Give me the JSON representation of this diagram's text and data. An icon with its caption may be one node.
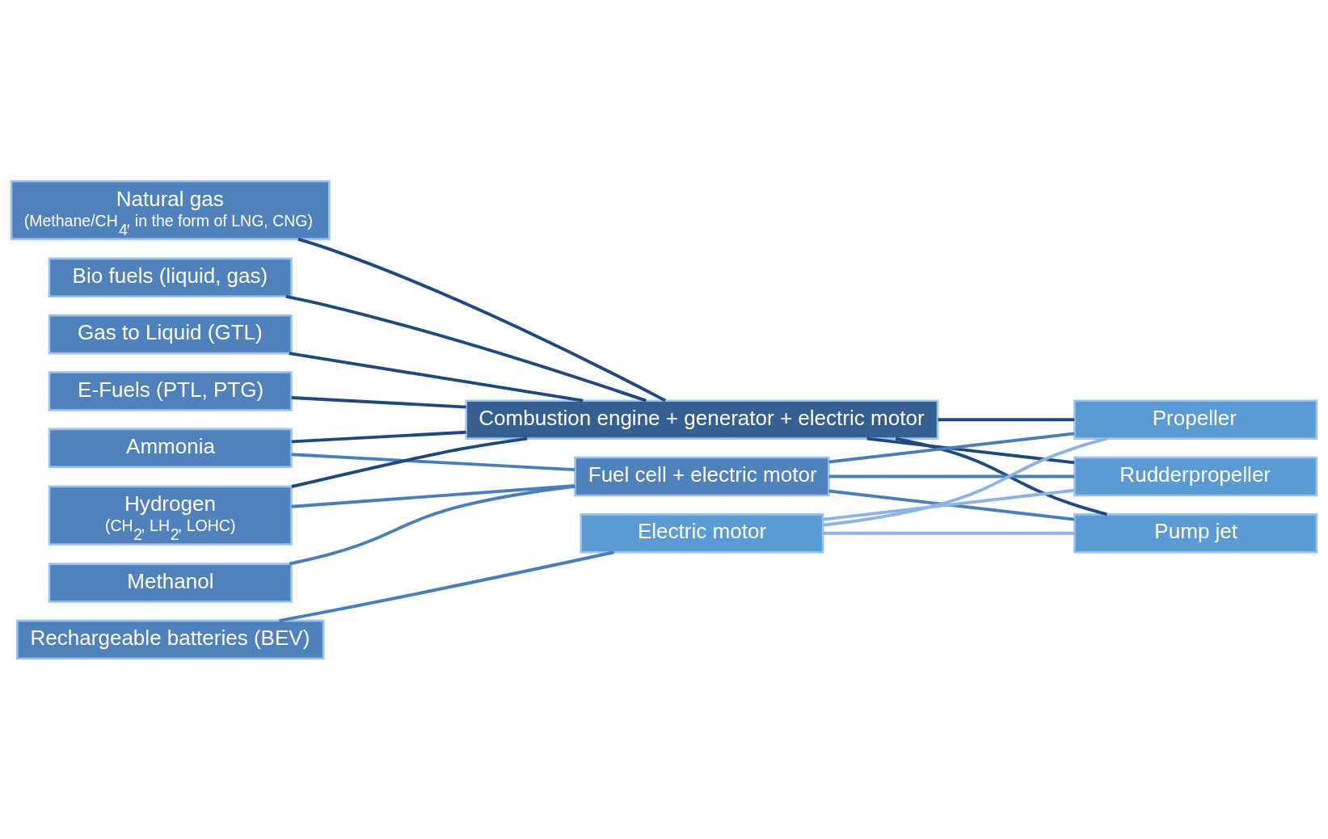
{
  "diagram": {
    "nodes": [
      {
        "text": [
          "Natural gas",
          "(Methane/CH$_{4}$, in the form of LNG, CNG)"
        ]
      },
      {
        "text": [
          "Bio fuels (liquid, gas)"
        ]
      },
      {
        "text": [
          "Gas to Liquid (GTL)"
        ]
      },
      {
        "text": [
          "E-Fuels (PTL, PTG)"
        ]
      },
      {
        "text": [
          "Ammonia"
        ]
      },
      {
        "text": [
          "Hydrogen",
          "(CH$_{2}$, LH$_{2}$, LOHC)"
        ]
      },
      {
        "text": [
          "Methanol"
        ]
      },
      {
        "text": [
          "Rechargeable batteries (BEV)"
        ]
      },
      {
        "text": [
          "Combustion engine + generator + electric motor"
        ]
      },
      {
        "text": [
          "Fuel cell + electric motor"
        ]
      },
      {
        "text": [
          "Electric motor"
        ]
      },
      {
        "text": [
          "Propeller"
        ]
      },
      {
        "text": [
          "Rudderpropeller"
        ]
      },
      {
        "text": [
          "Pump jet"
        ]
      }
    ],
    "edges": [
      {
        "from": 0,
        "to": 8,
        "arrow": "none"
      },
      {
        "from": 1,
        "to": 8,
        "arrow": "none"
      },
      {
        "from": 2,
        "to": 8,
        "arrow": "none"
      },
      {
        "from": 3,
        "to": 8,
        "arrow": "none"
      },
      {
        "from": 4,
        "to": 8,
        "arrow": "none"
      },
      {
        "from": 5,
        "to": 8,
        "arrow": "none"
      },
      {
        "from": 4,
        "to": 9,
        "arrow": "none",
        "color": "#4a7ebb"
      },
      {
        "from": 5,
        "to": 9,
        "arrow": "none",
        "color": "#4a7ebb"
      },
      {
        "from": 6,
        "to": 9,
        "arrow": "none",
        "color": "#4a7ebb"
      },
      {
        "from": 7,
        "to": 10,
        "arrow": "none",
        "color": "#4a7ebb"
      },
      {
        "from": 8,
        "to": 11,
        "arrow": "none"
      },
      {
        "from": 8,
        "to": 12,
        "arrow": "none"
      },
      {
        "from": 8,
        "to": 13,
        "arrow": "none"
      },
      {
        "from": 9,
        "to": 11,
        "arrow": "none",
        "color": "#4a7ebb"
      },
      {
        "from": 9,
        "to": 12,
        "arrow": "none",
        "color": "#4a7ebb"
      },
      {
        "from": 9,
        "to": 13,
        "arrow": "none",
        "color": "#4a7ebb"
      },
      {
        "from": 10,
        "to": 11,
        "arrow": "none",
        "color": "#8db3e2"
      },
      {
        "from": 10,
        "to": 12,
        "arrow": "none",
        "color": "#8db3e2"
      },
      {
        "from": 10,
        "to": 13,
        "arrow": "none",
        "color": "#8db3e2"
      }
    ]
  }
}
